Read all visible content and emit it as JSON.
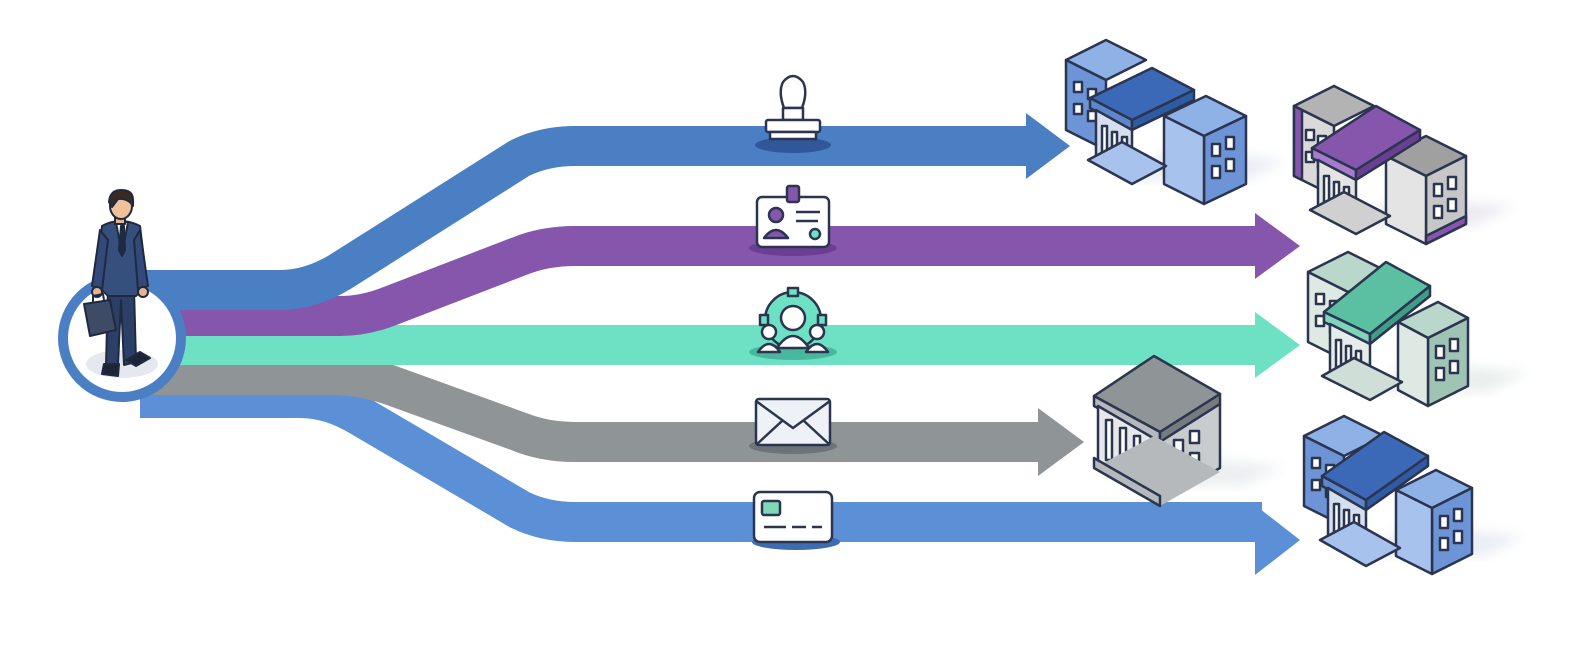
{
  "diagram": {
    "colors": {
      "blue": "#4a7fc4",
      "blue_light": "#5b8fd6",
      "purple": "#8656ad",
      "teal": "#6ee0c4",
      "gray": "#8f9497",
      "outline": "#2b3550",
      "hub_ring": "#4a7fc4",
      "background": "#ffffff"
    },
    "person": {
      "icon": "businessman-with-briefcase-icon"
    },
    "routes": [
      {
        "id": "route-1",
        "color": "blue",
        "icon": "rubber-stamp-icon",
        "destination": "blue-government-building-icon"
      },
      {
        "id": "route-2",
        "color": "purple",
        "icon": "id-badge-icon",
        "destination": "purple-government-building-icon"
      },
      {
        "id": "route-3",
        "color": "teal",
        "icon": "team-gear-icon",
        "destination": "teal-government-building-icon"
      },
      {
        "id": "route-4",
        "color": "gray",
        "icon": "envelope-icon",
        "destination": "gray-courthouse-icon"
      },
      {
        "id": "route-5",
        "color": "blue_light",
        "icon": "payment-card-icon",
        "destination": "blue-government-building-icon"
      }
    ]
  }
}
